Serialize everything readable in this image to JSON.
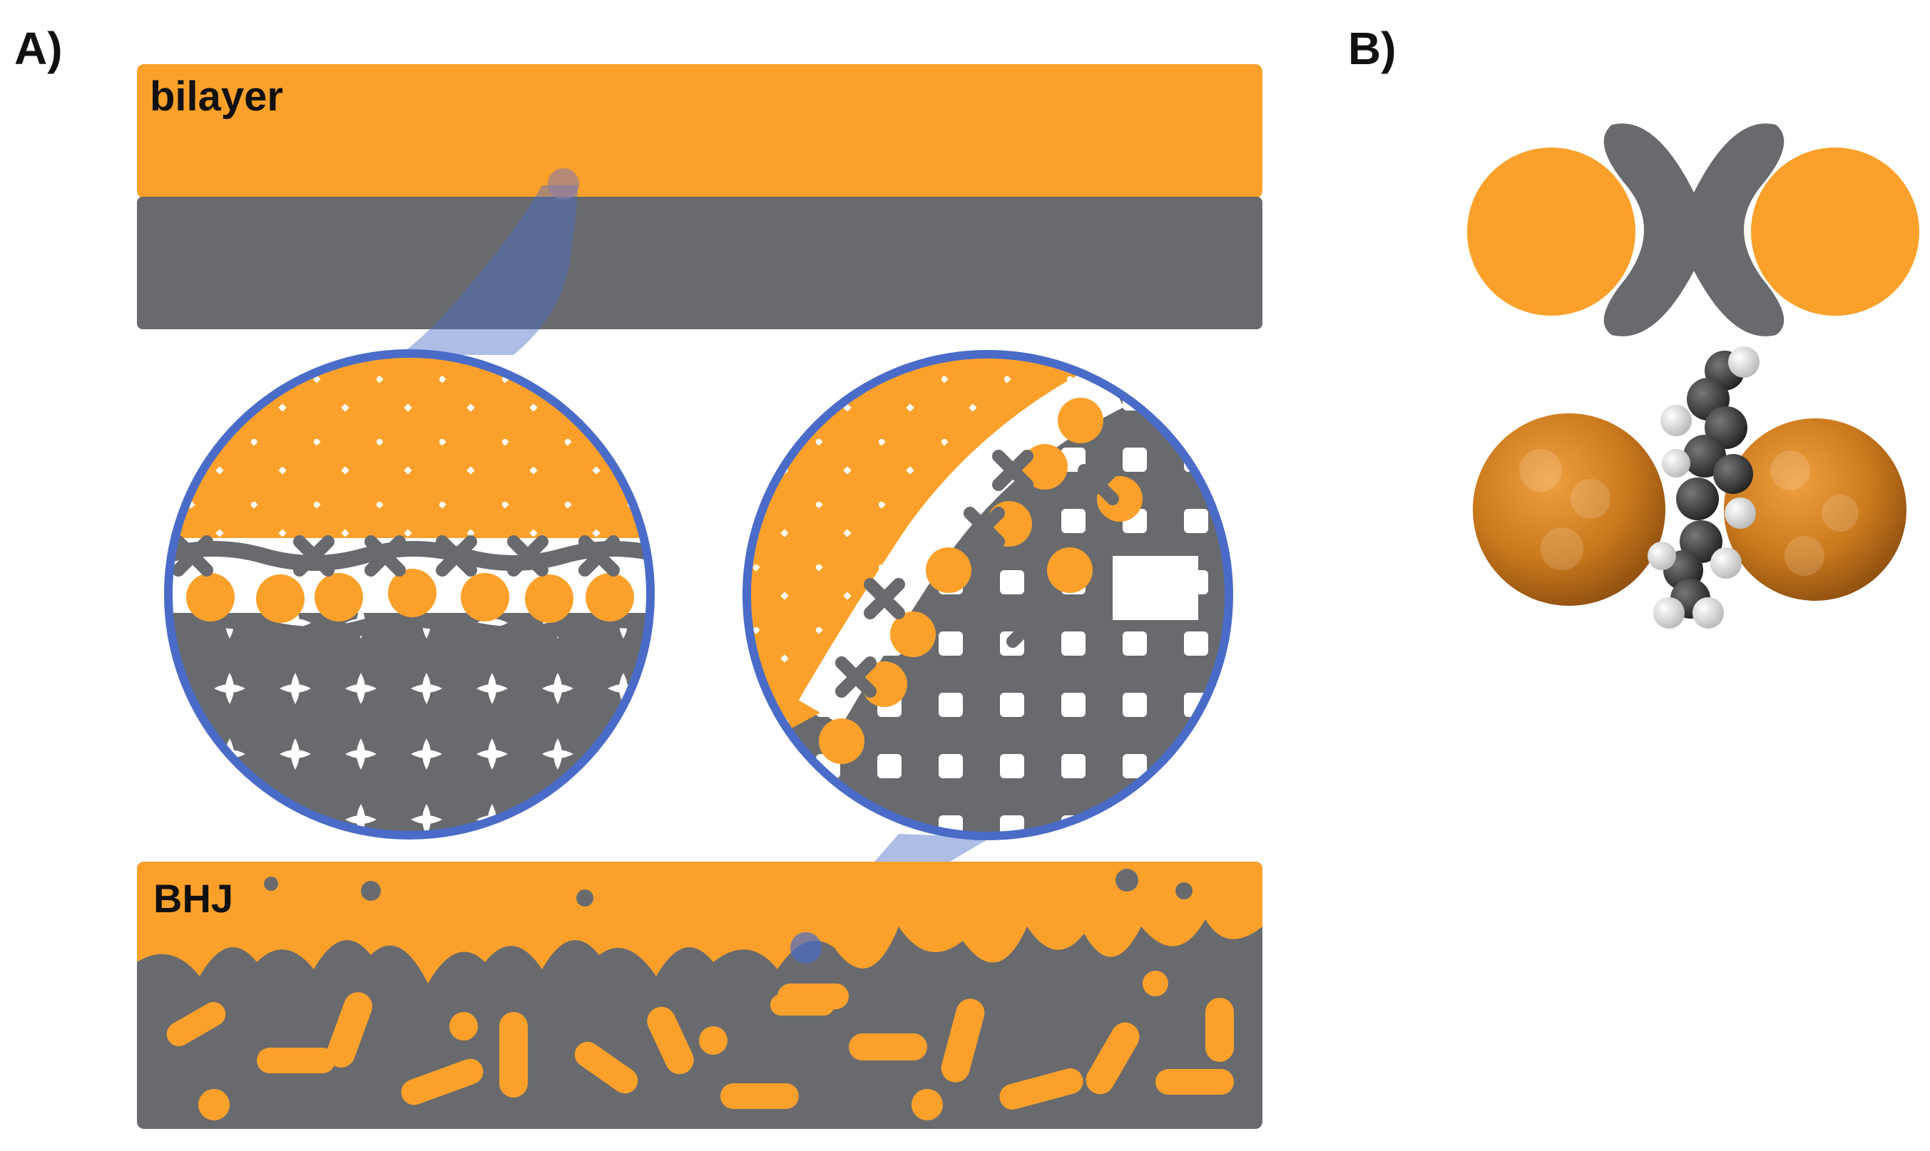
{
  "panels": {
    "a_label": "A)",
    "b_label": "B)"
  },
  "layers": {
    "bilayer_label": "bilayer",
    "bhj_label": "BHJ"
  },
  "colors": {
    "acceptor_orange": "#FBA12B",
    "donor_gray": "#696A6D",
    "zoom_blue": "#4A6CC8",
    "fullerene_dark_orange": "#C9781C"
  },
  "icons": {
    "acceptor": "orange-sphere",
    "donor": "gray-x-shaped-molecule",
    "model": "space-filling-molecular-model"
  }
}
